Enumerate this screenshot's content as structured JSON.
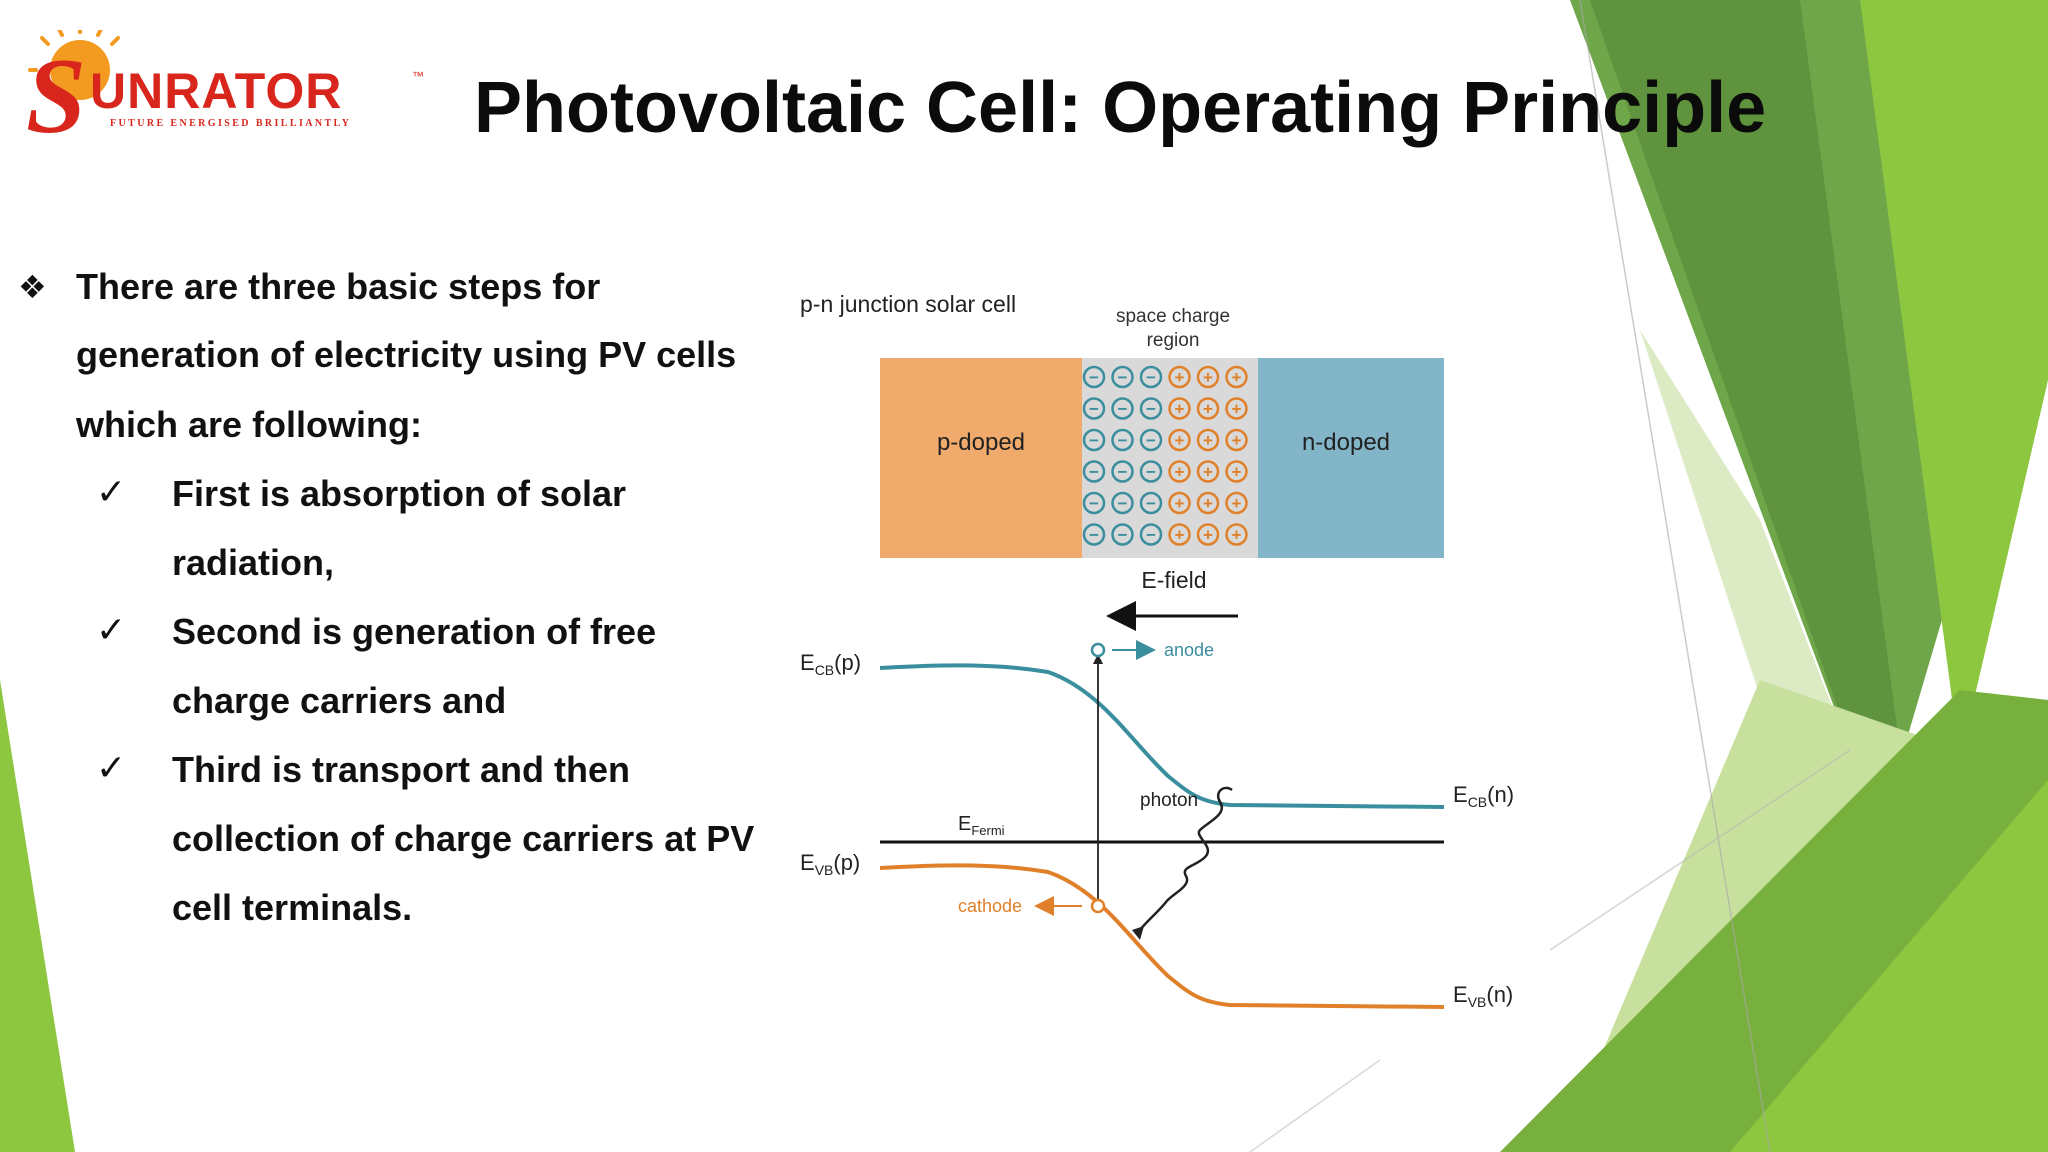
{
  "logo": {
    "wordmark_initial": "S",
    "wordmark_rest": "UNRATOR",
    "trademark": "™",
    "tagline": "FUTURE ENERGISED BRILLIANTLY"
  },
  "title": "Photovoltaic Cell: Operating Principle",
  "intro": {
    "icon": "four-diamond-bullet-icon",
    "lines": [
      "There are three basic steps for",
      "generation of electricity using PV cells",
      "which are following:"
    ]
  },
  "steps": [
    {
      "icon": "checkmark-icon",
      "lines": [
        "First is absorption of solar",
        "radiation,"
      ]
    },
    {
      "icon": "checkmark-icon",
      "lines": [
        "Second is generation of free",
        "charge carriers and"
      ]
    },
    {
      "icon": "checkmark-icon",
      "lines": [
        "Third is transport and then",
        "collection of charge carriers at PV",
        "cell terminals."
      ]
    }
  ],
  "diagram": {
    "heading": "p-n junction solar cell",
    "space_charge_label_1": "space charge",
    "space_charge_label_2": "region",
    "p_label": "p-doped",
    "n_label": "n-doped",
    "efield_label": "E-field",
    "anode_label": "anode",
    "cathode_label": "cathode",
    "photon_label": "photon",
    "ecb_p": {
      "main": "E",
      "sub": "CB",
      "rest": "(p)"
    },
    "evb_p": {
      "main": "E",
      "sub": "VB",
      "rest": "(p)"
    },
    "ecb_n": {
      "main": "E",
      "sub": "CB",
      "rest": "(n)"
    },
    "evb_n": {
      "main": "E",
      "sub": "VB",
      "rest": "(n)"
    },
    "efermi": {
      "main": "E",
      "sub": "Fermi"
    },
    "minus_sign": "−",
    "plus_sign": "+",
    "charge_rows": 6,
    "charges_per_side": 3
  },
  "colors": {
    "p_region": "#f0aa6c",
    "n_region": "#83b5c8",
    "space_charge": "#d9d9d9",
    "conduction_band": "#3a8e9e",
    "valence_band": "#e0802a",
    "negative_charge": "#3a8e9e",
    "positive_charge": "#e0802a",
    "green_light": "#8dc63f",
    "green_mid": "#77b03c",
    "green_dark": "#5a8f2c",
    "logo_red": "#d9261c",
    "logo_orange": "#f39a21"
  }
}
